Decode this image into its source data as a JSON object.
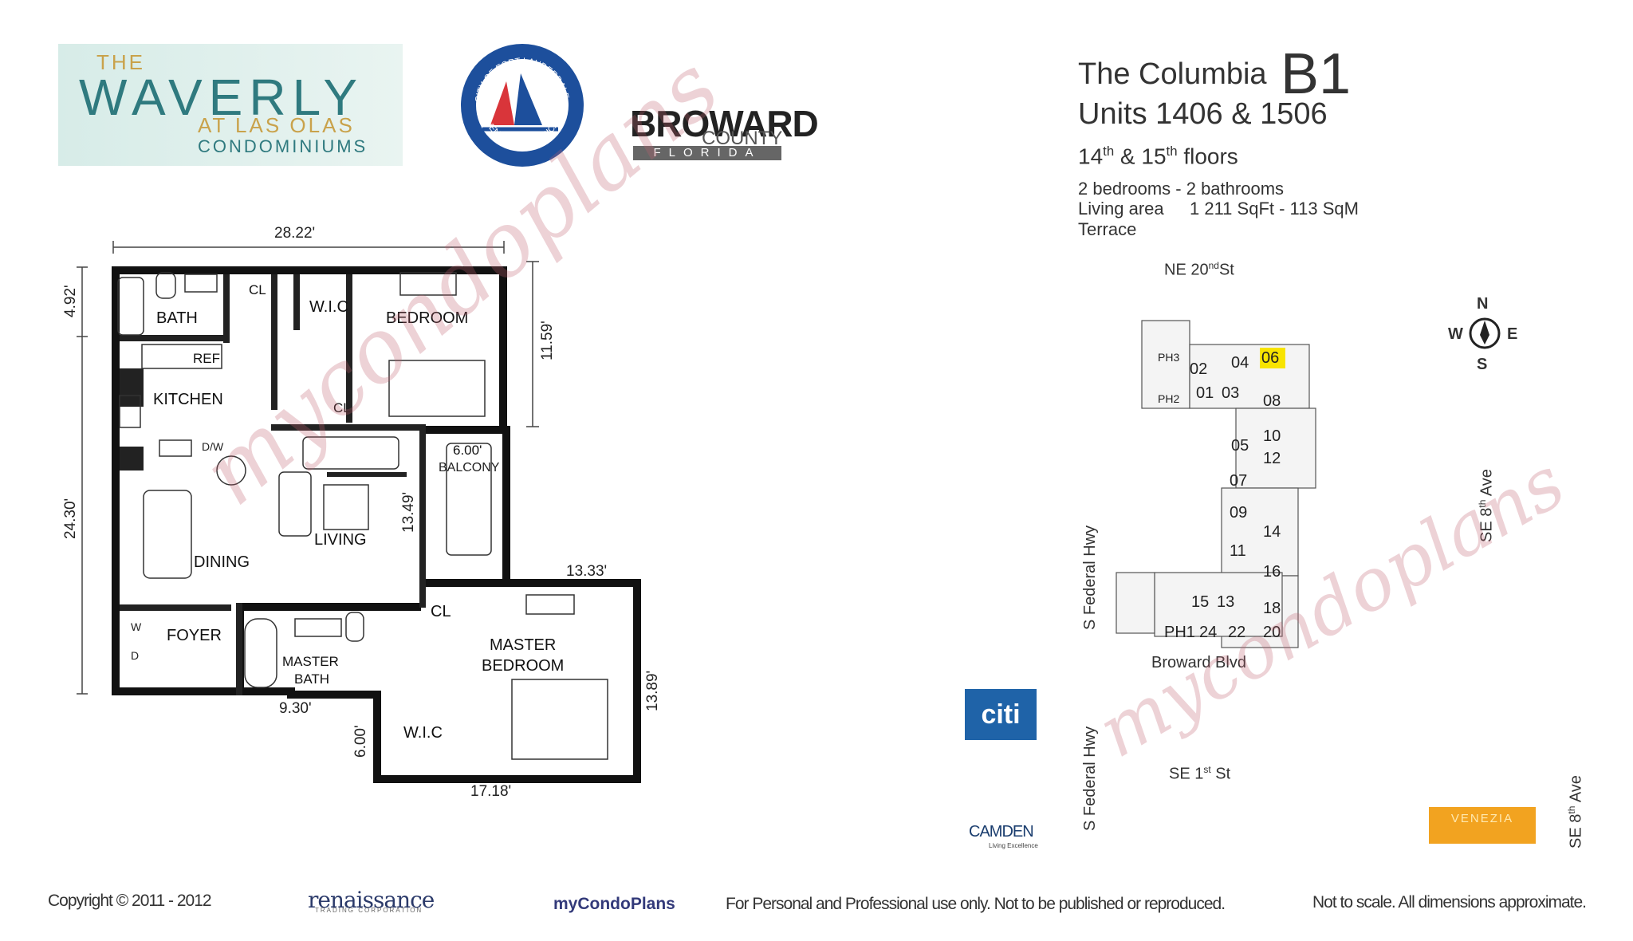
{
  "logos": {
    "waverly": {
      "the": "THE",
      "name": "WAVERLY",
      "at": "AT LAS OLAS",
      "condo": "CONDOMINIUMS"
    },
    "city_seal": {
      "top": "CITY OF FORT LAUDERDALE",
      "bottom": "VENICE OF AMERICA"
    },
    "broward": {
      "name": "BROWARD",
      "county": "COUNTY",
      "state": "FLORIDA"
    },
    "citi": "citi",
    "camden": {
      "name": "CAMDEN",
      "tagline": "Living Excellence"
    },
    "venezia": "VENEZIA",
    "renaissance": {
      "name": "renaissance",
      "sub": "TRADING CORPORATION"
    },
    "mycondoplans": "myCondoPlans"
  },
  "title": {
    "building": "The Columbia",
    "unit_type": "B1",
    "units": "Units 1406 & 1506",
    "floors": {
      "a": "14",
      "a_sup": "th",
      "and": " & 15",
      "b_sup": "th",
      "rest": " floors"
    },
    "beds_baths": "2 bedrooms - 2 bathrooms",
    "living_area_label": "Living area",
    "living_area_value": "1 211 SqFt - 113 SqM",
    "terrace": "Terrace"
  },
  "plan": {
    "rooms": {
      "bath": "BATH",
      "cl1": "CL",
      "wic1": "W.I.C",
      "bedroom": "BEDROOM",
      "ref": "REF",
      "kitchen": "KITCHEN",
      "cl2": "CL",
      "dw": "D/W",
      "balcony_dim": "6.00'",
      "balcony": "BALCONY",
      "living": "LIVING",
      "dining": "DINING",
      "foyer": "FOYER",
      "w": "W",
      "d": "D",
      "cl3": "CL",
      "master_bath_1": "MASTER",
      "master_bath_2": "BATH",
      "master_bedroom_1": "MASTER",
      "master_bedroom_2": "BEDROOM",
      "wic2": "W.I.C"
    },
    "dimensions": {
      "top_width": "28.22'",
      "left_top": "4.92'",
      "left_main": "24.30'",
      "bedroom_height": "11.59'",
      "living_height": "13.49'",
      "master_width_top": "13.33'",
      "master_height": "13.89'",
      "master_bath_width": "9.30'",
      "wic_height": "6.00'",
      "master_width_bottom": "17.18'"
    }
  },
  "key_plan": {
    "streets": {
      "north": {
        "main": "NE 20",
        "sup": "nd",
        "rest": "St"
      },
      "south": "Broward Blvd",
      "west1": "S Federal Hwy",
      "west2": "S Federal Hwy",
      "east1": {
        "main": "SE 8",
        "sup": "th",
        "rest": " Ave"
      },
      "east2": {
        "main": "SE 8",
        "sup": "th",
        "rest": " Ave"
      },
      "se1": {
        "main": "SE 1",
        "sup": "st",
        "rest": " St"
      }
    },
    "compass": {
      "n": "N",
      "s": "S",
      "e": "E",
      "w": "W"
    },
    "units": [
      "PH3",
      "02",
      "04",
      "06",
      "PH2",
      "01",
      "03",
      "08",
      "10",
      "05",
      "12",
      "07",
      "09",
      "14",
      "11",
      "16",
      "15",
      "13",
      "18",
      "PH1",
      "24",
      "22",
      "20"
    ],
    "highlighted_unit": "06",
    "highlight_color": "#f8e400"
  },
  "watermark": "mycondoplans",
  "footer": {
    "copyright": "Copyright © 2011 - 2012",
    "personal": "For Personal and Professional use only.  Not to be published or reproduced.",
    "scale": "Not to scale.  All dimensions approximate."
  }
}
